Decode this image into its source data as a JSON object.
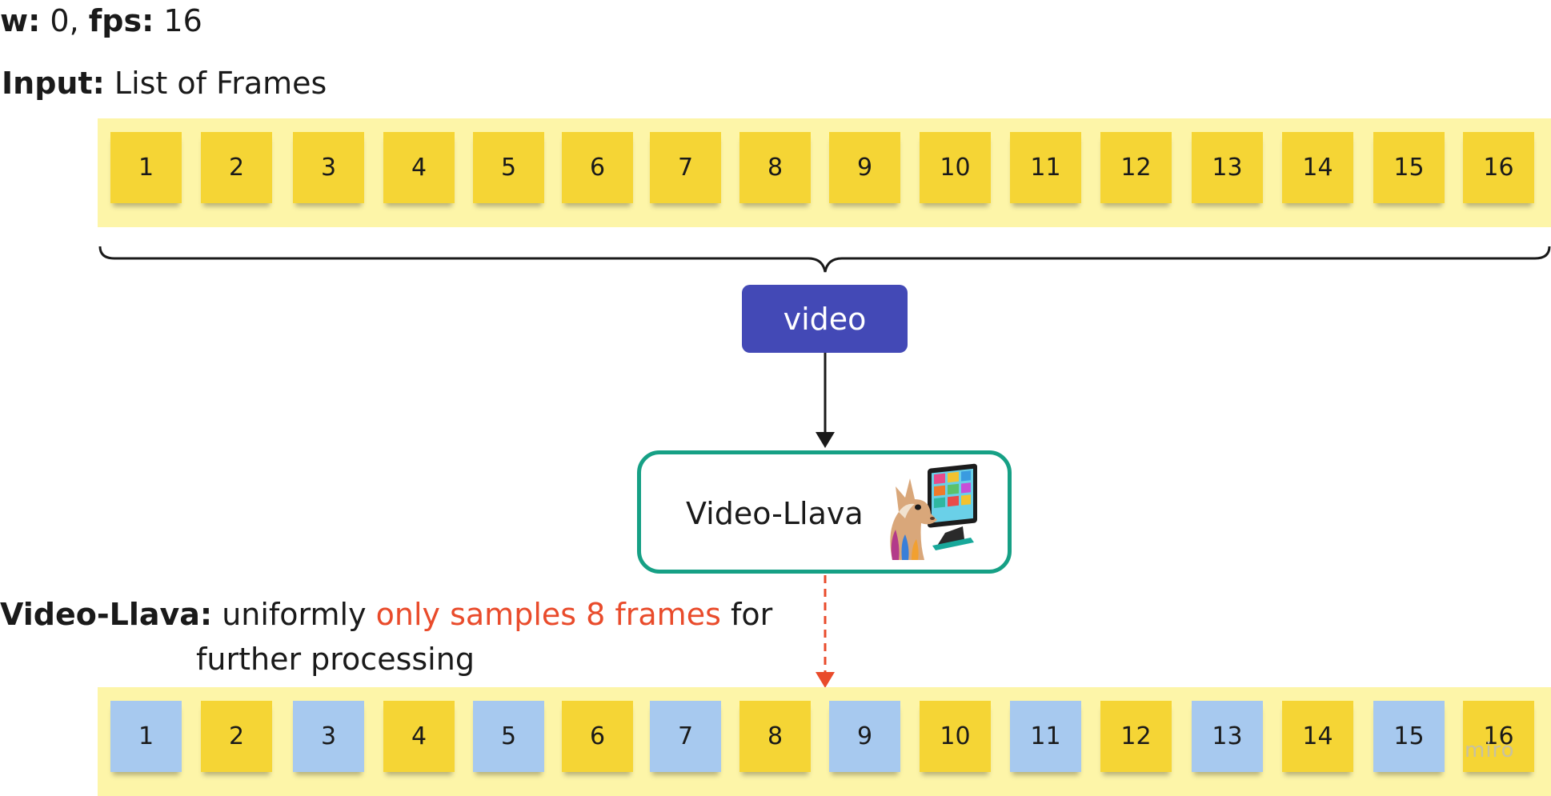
{
  "header_line": {
    "w_label": "w:",
    "w_value": " 0,",
    "fps_label": "fps:",
    "fps_value": " 16"
  },
  "input_line": {
    "label": "Input:",
    "text": " List of Frames"
  },
  "input_frames": [
    "1",
    "2",
    "3",
    "4",
    "5",
    "6",
    "7",
    "8",
    "9",
    "10",
    "11",
    "12",
    "13",
    "14",
    "15",
    "16"
  ],
  "video_node": {
    "label": "video"
  },
  "model_node": {
    "label": "Video-Llava",
    "icon": "llama-with-monitor-icon"
  },
  "description": {
    "label": "Video-Llava:",
    "text_before": " uniformly ",
    "highlight": "only samples 8 frames",
    "text_after": " for",
    "line2": "further processing"
  },
  "output_frames": [
    {
      "label": "1",
      "sampled": false
    },
    {
      "label": "2",
      "sampled": true
    },
    {
      "label": "3",
      "sampled": false
    },
    {
      "label": "4",
      "sampled": true
    },
    {
      "label": "5",
      "sampled": false
    },
    {
      "label": "6",
      "sampled": true
    },
    {
      "label": "7",
      "sampled": false
    },
    {
      "label": "8",
      "sampled": true
    },
    {
      "label": "9",
      "sampled": false
    },
    {
      "label": "10",
      "sampled": true
    },
    {
      "label": "11",
      "sampled": false
    },
    {
      "label": "12",
      "sampled": true
    },
    {
      "label": "13",
      "sampled": false
    },
    {
      "label": "14",
      "sampled": true
    },
    {
      "label": "15",
      "sampled": false
    },
    {
      "label": "16",
      "sampled": true
    }
  ],
  "watermark": "miro",
  "colors": {
    "sampled": "#f5d535",
    "not_sampled": "#a7c9ef",
    "band": "#fdf5a8",
    "video_node": "#4349b6",
    "model_border": "#16a085",
    "highlight": "#e94b2b"
  }
}
